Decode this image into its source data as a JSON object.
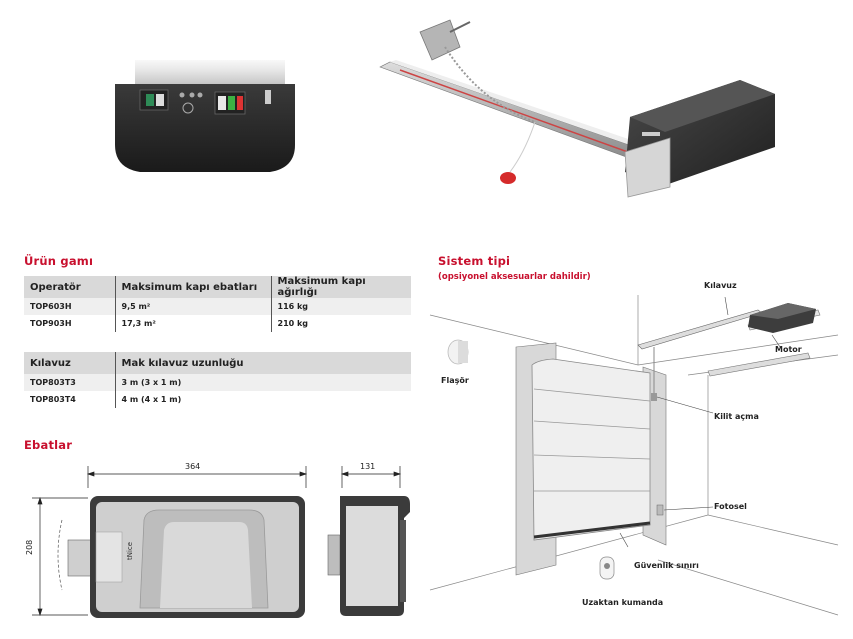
{
  "sections": {
    "product_range": "Ürün gamı",
    "dimensions": "Ebatlar",
    "system_type": "Sistem tipi",
    "system_type_sub": "(opsiyonel aksesuarlar dahildir)"
  },
  "operators_table": {
    "headers": [
      "Operatör",
      "Maksimum kapı ebatları",
      "Maksimum kapı ağırlığı"
    ],
    "rows": [
      [
        "TOP603H",
        "9,5 m²",
        "116 kg"
      ],
      [
        "TOP903H",
        "17,3 m²",
        "210 kg"
      ]
    ]
  },
  "rails_table": {
    "headers": [
      "Kılavuz",
      "Mak kılavuz uzunluğu"
    ],
    "rows": [
      [
        "TOP803T3",
        "3 m (3 x 1 m)"
      ],
      [
        "TOP803T4",
        "4 m (4 x 1 m)"
      ]
    ]
  },
  "drawing": {
    "width": "364",
    "depth": "131",
    "height": "208",
    "brand_mark": "tNice"
  },
  "diagram_labels": {
    "rail": "Kılavuz",
    "motor": "Motor",
    "flasher": "Flaşör",
    "unlock": "Kilit açma",
    "photocell": "Fotosel",
    "safety_edge": "Güvenlik sınırı",
    "remote": "Uzaktan kumanda"
  }
}
